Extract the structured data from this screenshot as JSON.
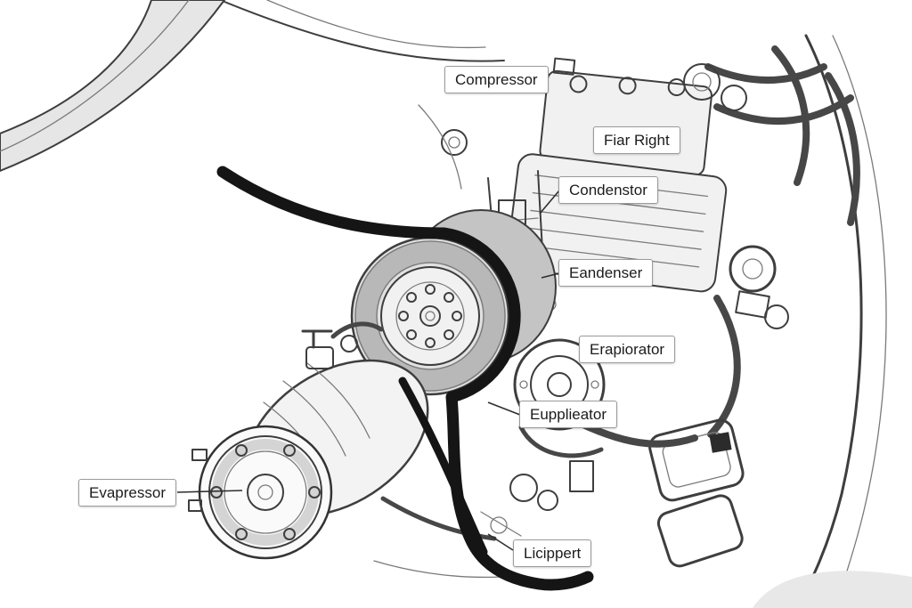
{
  "diagram": {
    "labels": [
      {
        "id": "compressor",
        "text": "Compressor"
      },
      {
        "id": "fiar-right",
        "text": "Fiar Right"
      },
      {
        "id": "condenstor",
        "text": "Condenstor"
      },
      {
        "id": "eandenser",
        "text": "Eandenser"
      },
      {
        "id": "erapiorator",
        "text": "Erapiorator"
      },
      {
        "id": "eupplieator",
        "text": "Eupplieator"
      },
      {
        "id": "evapressor",
        "text": "Evapressor"
      },
      {
        "id": "licippert",
        "text": "Licippert"
      }
    ],
    "colors": {
      "background": "#ffffff",
      "line_art": "#3e3e3e",
      "belt": "#151515",
      "metal_shade": "#c4c4c4",
      "label_border": "#9b9b9b"
    }
  }
}
